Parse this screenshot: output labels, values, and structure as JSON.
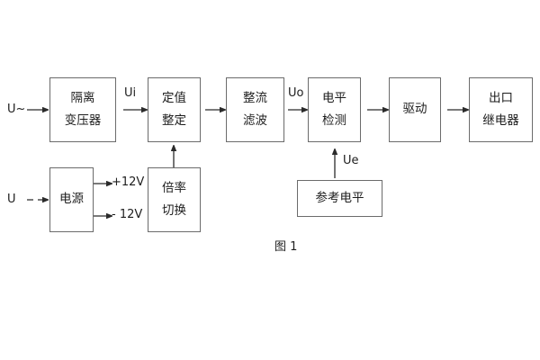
{
  "diagram": {
    "caption": "图 1",
    "blocks": [
      {
        "id": "isolation-transformer",
        "lines": [
          "隔离",
          "变压器"
        ]
      },
      {
        "id": "setpoint-setting",
        "lines": [
          "定值",
          "整定"
        ]
      },
      {
        "id": "rectify-filter",
        "lines": [
          "整流",
          "滤波"
        ]
      },
      {
        "id": "level-detection",
        "lines": [
          "电平",
          "检测"
        ]
      },
      {
        "id": "drive",
        "lines": [
          "驱动"
        ]
      },
      {
        "id": "output-relay",
        "lines": [
          "出口",
          "继电器"
        ]
      },
      {
        "id": "power-supply",
        "lines": [
          "电源"
        ]
      },
      {
        "id": "ratio-switching",
        "lines": [
          "倍率",
          "切换"
        ]
      },
      {
        "id": "reference-level",
        "lines": [
          "参考电平"
        ]
      }
    ],
    "signals": {
      "input_ac": "U~",
      "input_dc": "U",
      "ui": "Ui",
      "uo": "Uo",
      "ue": "Ue",
      "rail_positive": "+12V",
      "rail_negative": "- 12V"
    },
    "colors": {
      "background": "#ffffff",
      "box_border": "#6b6b6b",
      "line": "#2b2b2b",
      "text": "#1d1d1d"
    }
  }
}
